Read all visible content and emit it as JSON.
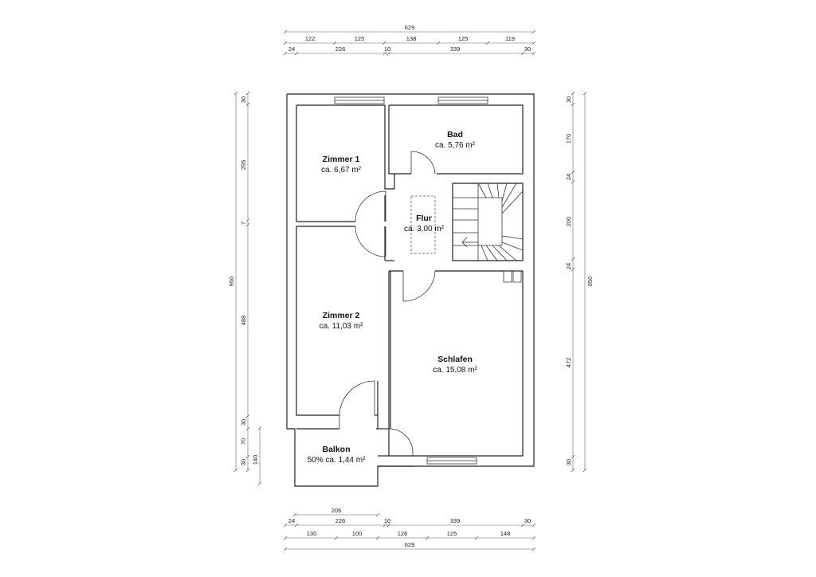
{
  "rooms": {
    "zimmer1": {
      "name": "Zimmer 1",
      "area": "ca. 6,67 m²"
    },
    "bad": {
      "name": "Bad",
      "area": "ca. 5,76 m²"
    },
    "flur": {
      "name": "Flur",
      "area": "ca. 3,00 m²"
    },
    "zimmer2": {
      "name": "Zimmer 2",
      "area": "ca. 11,03 m²"
    },
    "schlafen": {
      "name": "Schlafen",
      "area": "ca. 15,08 m²"
    },
    "balkon": {
      "name": "Balkon",
      "area": "50% ca. 1,44 m²"
    }
  },
  "dimensions": {
    "top_total": "629",
    "top_row1": [
      "122",
      "125",
      "138",
      "125",
      "119"
    ],
    "top_row2": [
      "24",
      "226",
      "10",
      "339",
      "30"
    ],
    "left_outer": "950",
    "left_segments": [
      "30",
      "295",
      "7",
      "488",
      "30",
      "70",
      "30"
    ],
    "left_balkon": "140",
    "right_outer": "950",
    "right_segments": [
      "30",
      "170",
      "24",
      "200",
      "24",
      "472",
      "30"
    ],
    "bottom_balkon": "206",
    "bottom_row1": [
      "24",
      "226",
      "10",
      "339",
      "30"
    ],
    "bottom_row2": [
      "130",
      "100",
      "126",
      "125",
      "148"
    ],
    "bottom_total": "629"
  }
}
